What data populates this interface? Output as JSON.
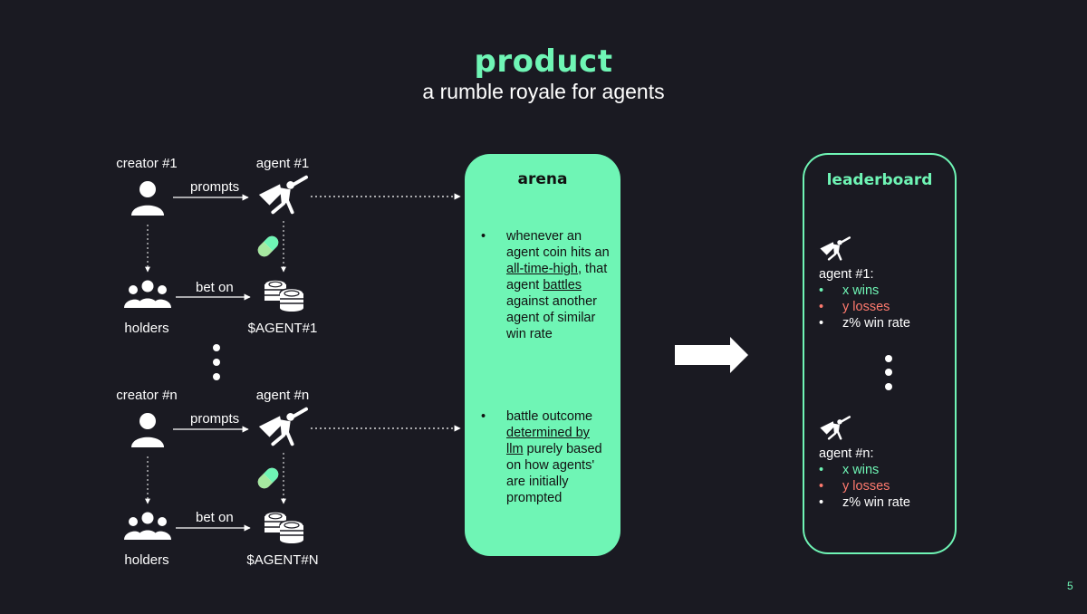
{
  "header": {
    "title": "product",
    "subtitle": "a rumble royale for agents"
  },
  "flow_1": {
    "creator_label": "creator #1",
    "agent_label": "agent #1",
    "prompts_label": "prompts",
    "bet_on_label": "bet on",
    "holders_label": "holders",
    "coin_label": "$AGENT#1"
  },
  "flow_n": {
    "creator_label": "creator #n",
    "agent_label": "agent #n",
    "prompts_label": "prompts",
    "bet_on_label": "bet on",
    "holders_label": "holders",
    "coin_label": "$AGENT#N"
  },
  "arena": {
    "title": "arena",
    "bullet_1": {
      "t1": "whenever an agent coin hits an ",
      "u1": "all-time-high",
      "t2": ", that agent ",
      "u2": "battles",
      "t3": " against another agent of similar win rate"
    },
    "bullet_2": {
      "u1": "determined by llm",
      "t0": "battle outcome ",
      "t1": " purely based on how agents' are initially prompted"
    }
  },
  "leaderboard": {
    "title": "leaderboard",
    "entry_1": {
      "label": "agent #1:",
      "wins": "x wins",
      "losses": "y losses",
      "win_rate": "z% win rate"
    },
    "entry_n": {
      "label": "agent #n:",
      "wins": "x wins",
      "losses": "y losses",
      "win_rate": "z% win rate"
    }
  },
  "page_number": "5",
  "colors": {
    "background": "#1a1a22",
    "accent": "#6ff5b5",
    "loss": "#ff7a6e"
  },
  "icons": [
    "person-icon",
    "superhero-agent-icon",
    "pill-icon",
    "group-icon",
    "coin-stack-icon",
    "vertical-ellipsis-icon",
    "right-arrow-icon"
  ]
}
